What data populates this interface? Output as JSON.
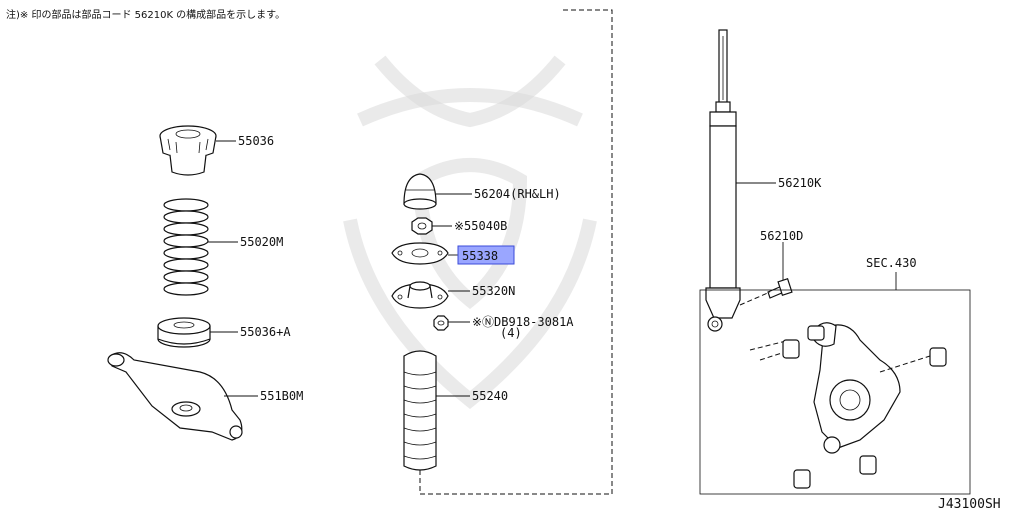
{
  "note": "注)※ 印の部品は部品コード 56210K の構成部品を示します。",
  "diagram_ref": "J43100SH",
  "highlight_color": "#9aa6ff",
  "parts": {
    "p55036": "55036",
    "p55020M": "55020M",
    "p55036A": "55036+A",
    "p551B0M": "551B0M",
    "p56204": "56204(RH&LH)",
    "p55040B": "※55040B",
    "p55338": "55338",
    "p55320N": "55320N",
    "p08918": "※ⓃDB918-3081A",
    "p08918_qty": "(4)",
    "p55240": "55240",
    "p56210K": "56210K",
    "p56210D": "56210D",
    "sec430": "SEC.430"
  }
}
